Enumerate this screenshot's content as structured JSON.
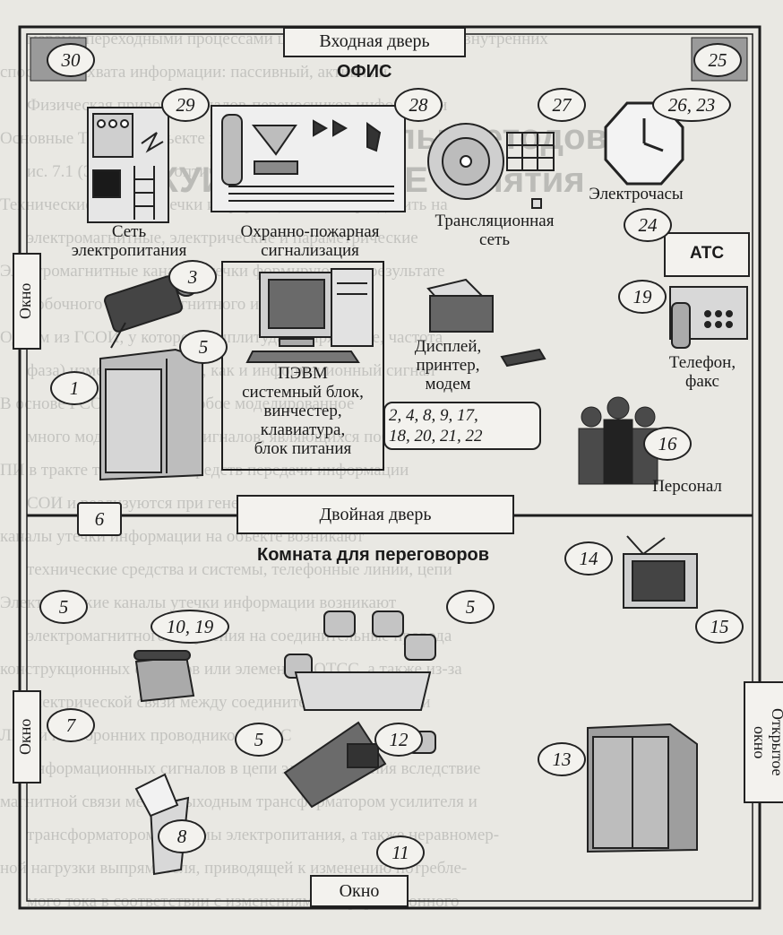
{
  "background_text": [
    "мерами переходными процессами шаблонной ПЭМИ мощь внутренних",
    "способ перехвата информации: пассивный, активный",
    "Физическая природа сигналов-переносчиков информации",
    "Основные ТКУИ на объекте представлены на",
    "ис. 7.1 (ЭВМ, ГСМ, оптическая реклама)",
    "Технические каналы утечки информации можно разделить на",
    "электромагнитные, электрические и параметрические",
    "Электромагнитные каналы утечки формируются в результате",
    "побочного электромагнитного излучения",
    "Одним из ГСОИ, у которого амплитуда, напряжение, частота",
    "фаза) изменяется так же, как и информационный сигнал",
    "В основе ГСОИ в ВТСС, любое моделированное",
    "много модуляционных сигналов, являющихся побочными",
    "ПИ в тракте технических средств передачи информации",
    "СОИ и реализуются при генерации на одной частоте",
    "каналы утечки информации на объекте возникают",
    "технические средства и системы, телефонные линии, цепи",
    "Электрические каналы утечки информации возникают",
    "электромагнитного излучения на соединительные провода",
    "конструкционных сигналов или элементов ОТСС, а также из-за",
    "электрической связи между соединительными линиями",
    "ЛВС и посторонних проводников ВТСС",
    "информационных сигналов в цепи электропитания вследствие",
    "магнитной связи между выходным трансформатором усилителя и",
    "трансформатором системы электропитания, а также неравномер-",
    "ной нагрузки выпрямителя, приводящей к изменению потребле-",
    "мого тока в соответствии с изменениями информационного"
  ],
  "background_heading": [
    "каналы методов",
    "ТКУИ, ГЛАВНЫЕ понятия"
  ],
  "labels": {
    "entrance_door": "Входная дверь",
    "office": "ОФИС",
    "power_net": [
      "Сеть",
      "электропитания"
    ],
    "security_alarm": [
      "Охранно-пожарная",
      "сигнализация"
    ],
    "broadcast_net": [
      "Трансляционная",
      "сеть"
    ],
    "electric_clock": "Электрочасы",
    "pbx": "АТС",
    "display_printer": [
      "Дисплей,",
      "принтер,",
      "модем"
    ],
    "phone_fax": [
      "Телефон,",
      "факс"
    ],
    "pc_title": "ПЭВМ",
    "pc_components": [
      "системный блок,",
      "винчестер,",
      "клавиатура,",
      "блок питания"
    ],
    "pc_numbers": [
      "2, 4, 8, 9, 17,",
      "18, 20, 21, 22"
    ],
    "personnel": "Персонал",
    "double_door": "Двойная дверь",
    "meeting_room": "Комната для переговоров",
    "window_left_top": "Окно",
    "window_left_bottom": "Окно",
    "window_bottom": "Окно",
    "window_right_open": [
      "Открытое",
      "окно"
    ]
  },
  "markers": {
    "m30": "30",
    "m25": "25",
    "m29": "29",
    "m28": "28",
    "m27": "27",
    "m26_23": "26, 23",
    "m24": "24",
    "m3": "3",
    "m19": "19",
    "m5a": "5",
    "m1": "1",
    "m16": "16",
    "m6": "6",
    "m14": "14",
    "m5b": "5",
    "m5c": "5",
    "m10_19": "10, 19",
    "m15": "15",
    "m7": "7",
    "m5d": "5",
    "m12": "12",
    "m13": "13",
    "m8": "8",
    "m11": "11"
  }
}
